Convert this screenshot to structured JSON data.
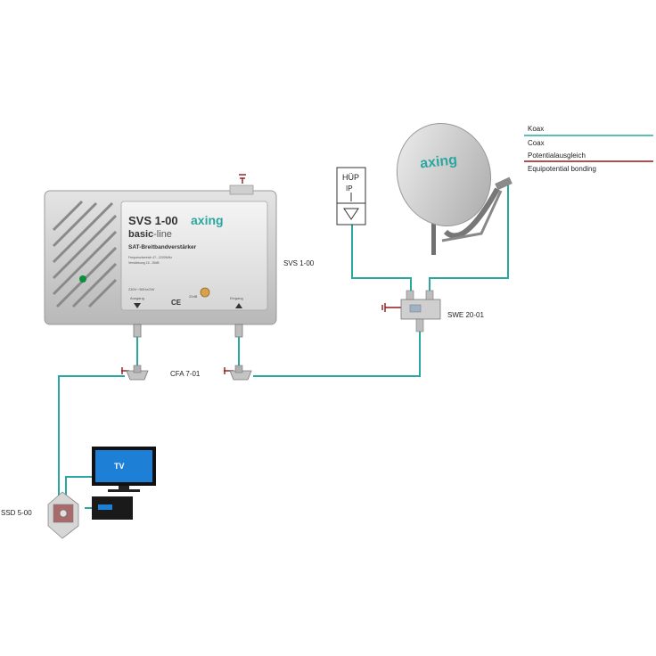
{
  "legend": {
    "items": [
      {
        "label": "Koax",
        "color": "#2aa7a0"
      },
      {
        "label": "Coax",
        "color": "#2aa7a0"
      },
      {
        "label": "Potentialausgleich",
        "color": "#8b1a1a"
      },
      {
        "label": "Equipotential bonding",
        "color": "#8b1a1a"
      }
    ]
  },
  "amplifier": {
    "model": "SVS 1-00",
    "line_prefix": "basic",
    "line_suffix": "-line",
    "subtitle": "SAT-Breitbandverstärker",
    "brand": "axing",
    "out_label": "Ausgang",
    "in_label": "Eingang",
    "ce_mark": "CE",
    "spec_text": "Frequenzbereich  47...2200MHz",
    "spec_text2": "Verstärkung       15...25dB",
    "power_text": "230V~/50Hz/2W",
    "knob_label": "20dB"
  },
  "dish": {
    "brand": "axing"
  },
  "hup": {
    "line1": "HÜP",
    "line2": "IP"
  },
  "tv": {
    "label": "TV"
  },
  "labels": {
    "svs": "SVS 1-00",
    "swe": "SWE 20-01",
    "cfa": "CFA 7-01",
    "ssd": "SSD 5-00"
  },
  "colors": {
    "coax": "#2aa7a0",
    "bonding": "#8b1a1a",
    "box": "#c9c9c9",
    "brand_green": "#2aa7a0"
  }
}
